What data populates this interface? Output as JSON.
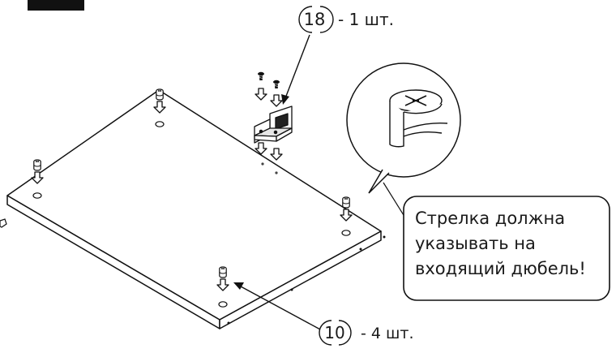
{
  "labels": {
    "part_18": {
      "number": "18",
      "quantity": "- 1 шт."
    },
    "part_10": {
      "number": "10",
      "quantity": "- 4 шт."
    }
  },
  "callout": {
    "lines": [
      "Стрелка должна",
      "указывать на",
      "входящий дюбель!"
    ]
  }
}
